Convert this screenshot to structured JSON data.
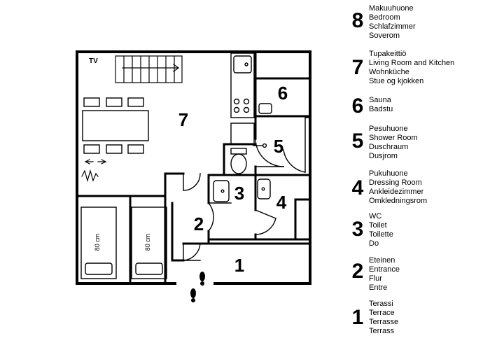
{
  "floorplan": {
    "tv_label": "TV",
    "bed_size_labels": [
      "80 cm",
      "80 cm"
    ],
    "room_numbers": {
      "bedroom": "8",
      "living": "7",
      "sauna": "6",
      "shower": "5",
      "dressing": "4",
      "wc": "3",
      "entrance": "2",
      "terrace": "1"
    }
  },
  "legend": [
    {
      "number": "8",
      "names": [
        "Makuuhuone",
        "Bedroom",
        "Schlafzimmer",
        "Soverom"
      ]
    },
    {
      "number": "7",
      "names": [
        "Tupakeittiö",
        "Living Room and Kitchen",
        "Wohnküche",
        "Stue og kjokken"
      ]
    },
    {
      "number": "6",
      "names": [
        "Sauna",
        "Badstu"
      ]
    },
    {
      "number": "5",
      "names": [
        "Pesuhuone",
        "Shower Room",
        "Duschraum",
        "Dusjrom"
      ]
    },
    {
      "number": "4",
      "names": [
        "Pukuhuone",
        "Dressing Room",
        "Ankleidezimmer",
        "Omkledningsrom"
      ]
    },
    {
      "number": "3",
      "names": [
        "WC",
        "Toilet",
        "Toilette",
        "Do"
      ]
    },
    {
      "number": "2",
      "names": [
        "Eteinen",
        "Entrance",
        "Flur",
        "Entre"
      ]
    },
    {
      "number": "1",
      "names": [
        "Terassi",
        "Terrace",
        "Terrasse",
        "Terrass"
      ]
    }
  ]
}
